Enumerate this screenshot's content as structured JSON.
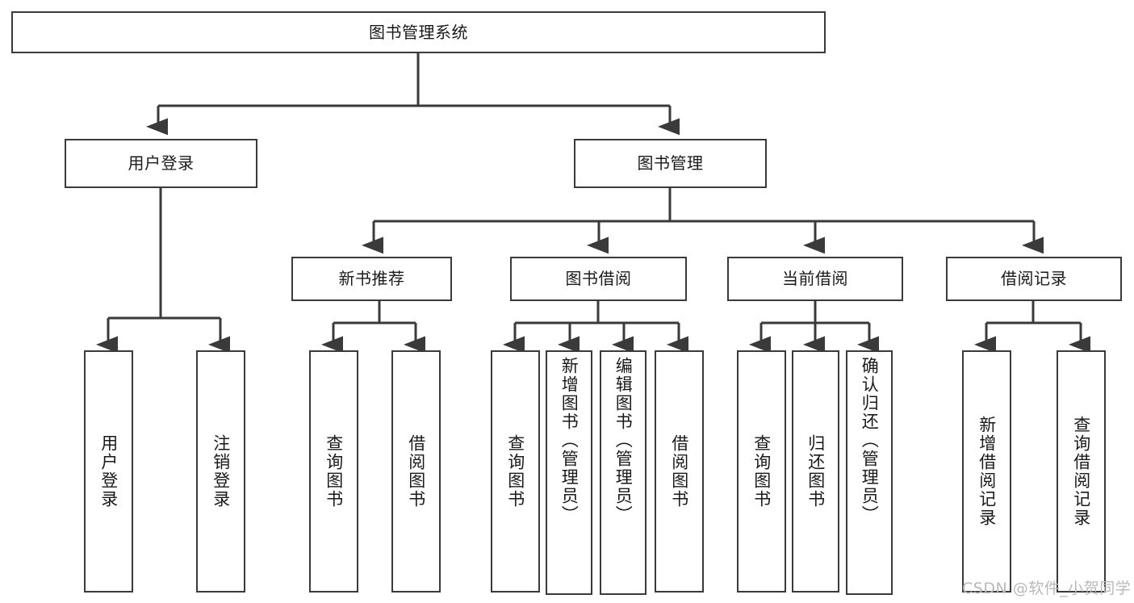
{
  "diagram": {
    "title": "图书管理系统",
    "type": "tree-hierarchy-diagram",
    "style": {
      "border_color": "#3a3a3a",
      "background": "#ffffff",
      "text_color": "#1a1a1a",
      "watermark_color": "#b9b9b9"
    },
    "root": {
      "label": "图书管理系统"
    },
    "level2": [
      {
        "label": "用户登录"
      },
      {
        "label": "图书管理"
      }
    ],
    "level3": [
      {
        "label": "新书推荐"
      },
      {
        "label": "图书借阅"
      },
      {
        "label": "当前借阅"
      },
      {
        "label": "借阅记录"
      }
    ],
    "leaves": {
      "user_login": [
        {
          "label": "用户登录"
        },
        {
          "label": "注销登录"
        }
      ],
      "new_book_recommend": [
        {
          "label": "查询图书"
        },
        {
          "label": "借阅图书"
        }
      ],
      "book_borrow": [
        {
          "label": "查询图书"
        },
        {
          "label": "新增图书（管理员）"
        },
        {
          "label": "编辑图书（管理员）"
        },
        {
          "label": "借阅图书"
        }
      ],
      "current_borrow": [
        {
          "label": "查询图书"
        },
        {
          "label": "归还图书"
        },
        {
          "label": "确认归还（管理员）"
        }
      ],
      "borrow_record": [
        {
          "label": "新增借阅记录"
        },
        {
          "label": "查询借阅记录"
        }
      ]
    }
  },
  "watermark": {
    "text": "CSDN @软件_小贺同学"
  }
}
